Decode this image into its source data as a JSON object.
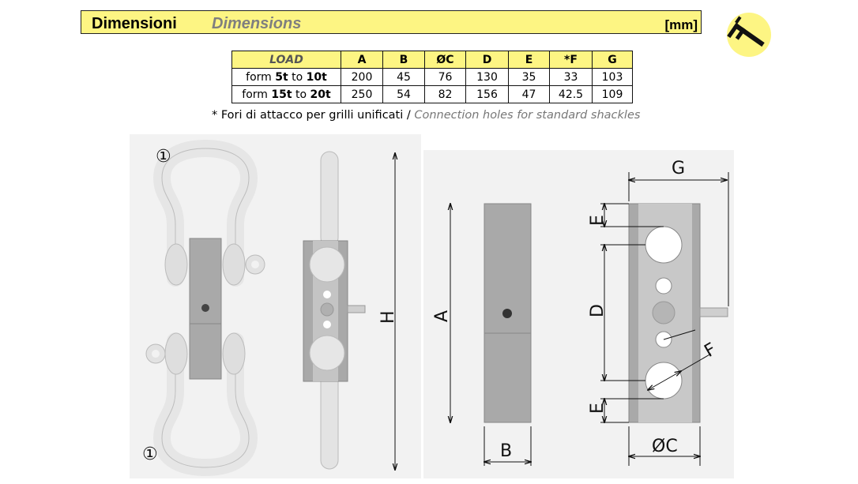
{
  "header": {
    "title_it": "Dimensioni",
    "title_en": "Dimensions",
    "unit": "[mm]"
  },
  "table": {
    "columns": [
      "LOAD",
      "A",
      "B",
      "ØC",
      "D",
      "E",
      "*F",
      "G"
    ],
    "rows": [
      {
        "pre": "form ",
        "from": "5t",
        "mid": " to ",
        "to": "10t",
        "values": [
          "200",
          "45",
          "76",
          "130",
          "35",
          "33",
          "103"
        ]
      },
      {
        "pre": "form ",
        "from": "15t",
        "mid": " to ",
        "to": "20t",
        "values": [
          "250",
          "54",
          "82",
          "156",
          "47",
          "42.5",
          "109"
        ]
      }
    ]
  },
  "note": {
    "it": "* Fori di attacco per grilli unificati / ",
    "en": "Connection holes for standard shackles"
  },
  "drawing": {
    "callout_top": "①",
    "callout_bottom": "①",
    "label_h": "H",
    "label_a": "A",
    "label_b": "B",
    "label_c": "ØC",
    "label_d": "D",
    "label_e_top": "E",
    "label_e_bottom": "E",
    "label_f": "F",
    "label_g": "G"
  },
  "colors": {
    "header_bg": "#fdf583",
    "caliper_bg": "#fdf583",
    "metal": "#a9a9a9",
    "shackle": "#e6e6e6"
  }
}
